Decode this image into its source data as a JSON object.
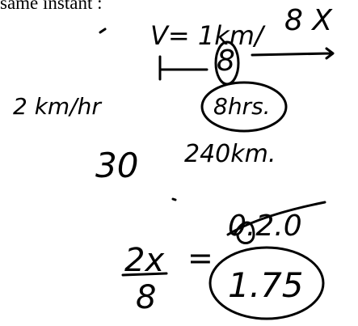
{
  "printed_text": "same instant :",
  "notes": {
    "velocity": "V= 1km/",
    "x_marks": "8 X",
    "boxed_digit": "8",
    "rate": "2 km/hr",
    "time_circled": "8hrs.",
    "number_30": "30",
    "distance": "240km.",
    "fraction_numerator": "2x",
    "fraction_denominator": "8",
    "equals_sign": "=",
    "crossed_value": "0.2.0",
    "result_circled": "1.75"
  },
  "colors": {
    "paper": "#ffffff",
    "ink": "#000000"
  }
}
